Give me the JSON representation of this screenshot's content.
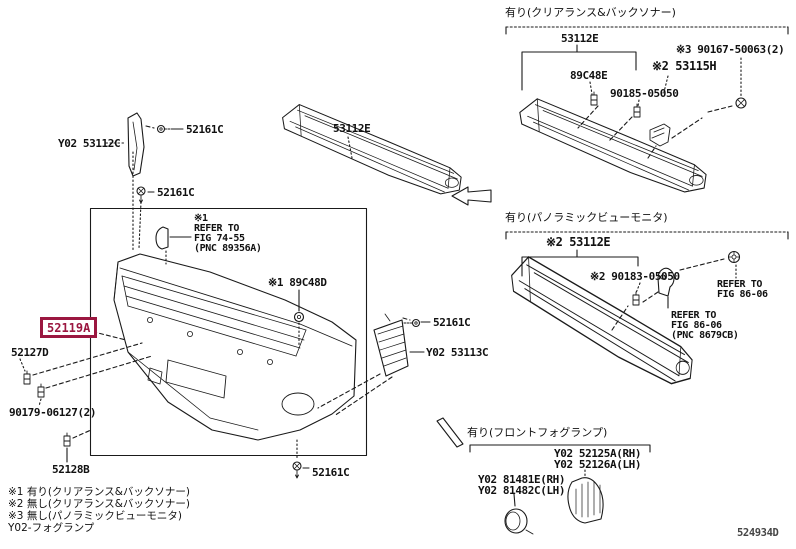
{
  "figure": {
    "code": "524934D"
  },
  "colors": {
    "highlight": "#9b1740",
    "line": "#1a1a1a",
    "background": "#ffffff"
  },
  "sections": {
    "sonar": {
      "header": "有り(クリアランス&バックソナー)"
    },
    "panorama": {
      "header": "有り(パノラミックビューモニタ)"
    },
    "fog": {
      "header": "有り(フロントフォグランプ)"
    }
  },
  "parts": {
    "p53112e": "53112E",
    "p89c48e": "89C48E",
    "p90185_05050": "90185-05050",
    "p90167_50063": "※3 90167-50063(2)",
    "p53115h": "※2 53115H",
    "p53112e_pano": "※2 53112E",
    "p90183_05050": "※2 90183-05050",
    "py02_53112c": "Y02 53112C",
    "p52161c": "52161C",
    "p89c48d": "※1 89C48D",
    "p52119a": "52119A",
    "p52127d": "52127D",
    "p90179_06127": "90179-06127(2)",
    "p52128b": "52128B",
    "py02_53113c": "Y02 53113C",
    "py02_52125a": "Y02 52125A(RH)",
    "py02_52126a": "Y02 52126A(LH)",
    "py02_81481e": "Y02 81481E(RH)",
    "py02_81482c": "Y02 81482C(LH)"
  },
  "notes": {
    "fig7455": [
      "※1",
      "REFER TO",
      "FIG 74-55",
      "(PNC 89356A)"
    ],
    "fig8606_upper": [
      "REFER TO",
      "FIG 86-06"
    ],
    "fig8606_lower": [
      "REFER TO",
      "FIG 86-06",
      "(PNC 8679CB)"
    ]
  },
  "legend": [
    "※1 有り(クリアランス&バックソナー)",
    "※2 無し(クリアランス&バックソナー)",
    "※3 無し(パノラミックビューモニタ)",
    "Y02-フォグランプ"
  ]
}
